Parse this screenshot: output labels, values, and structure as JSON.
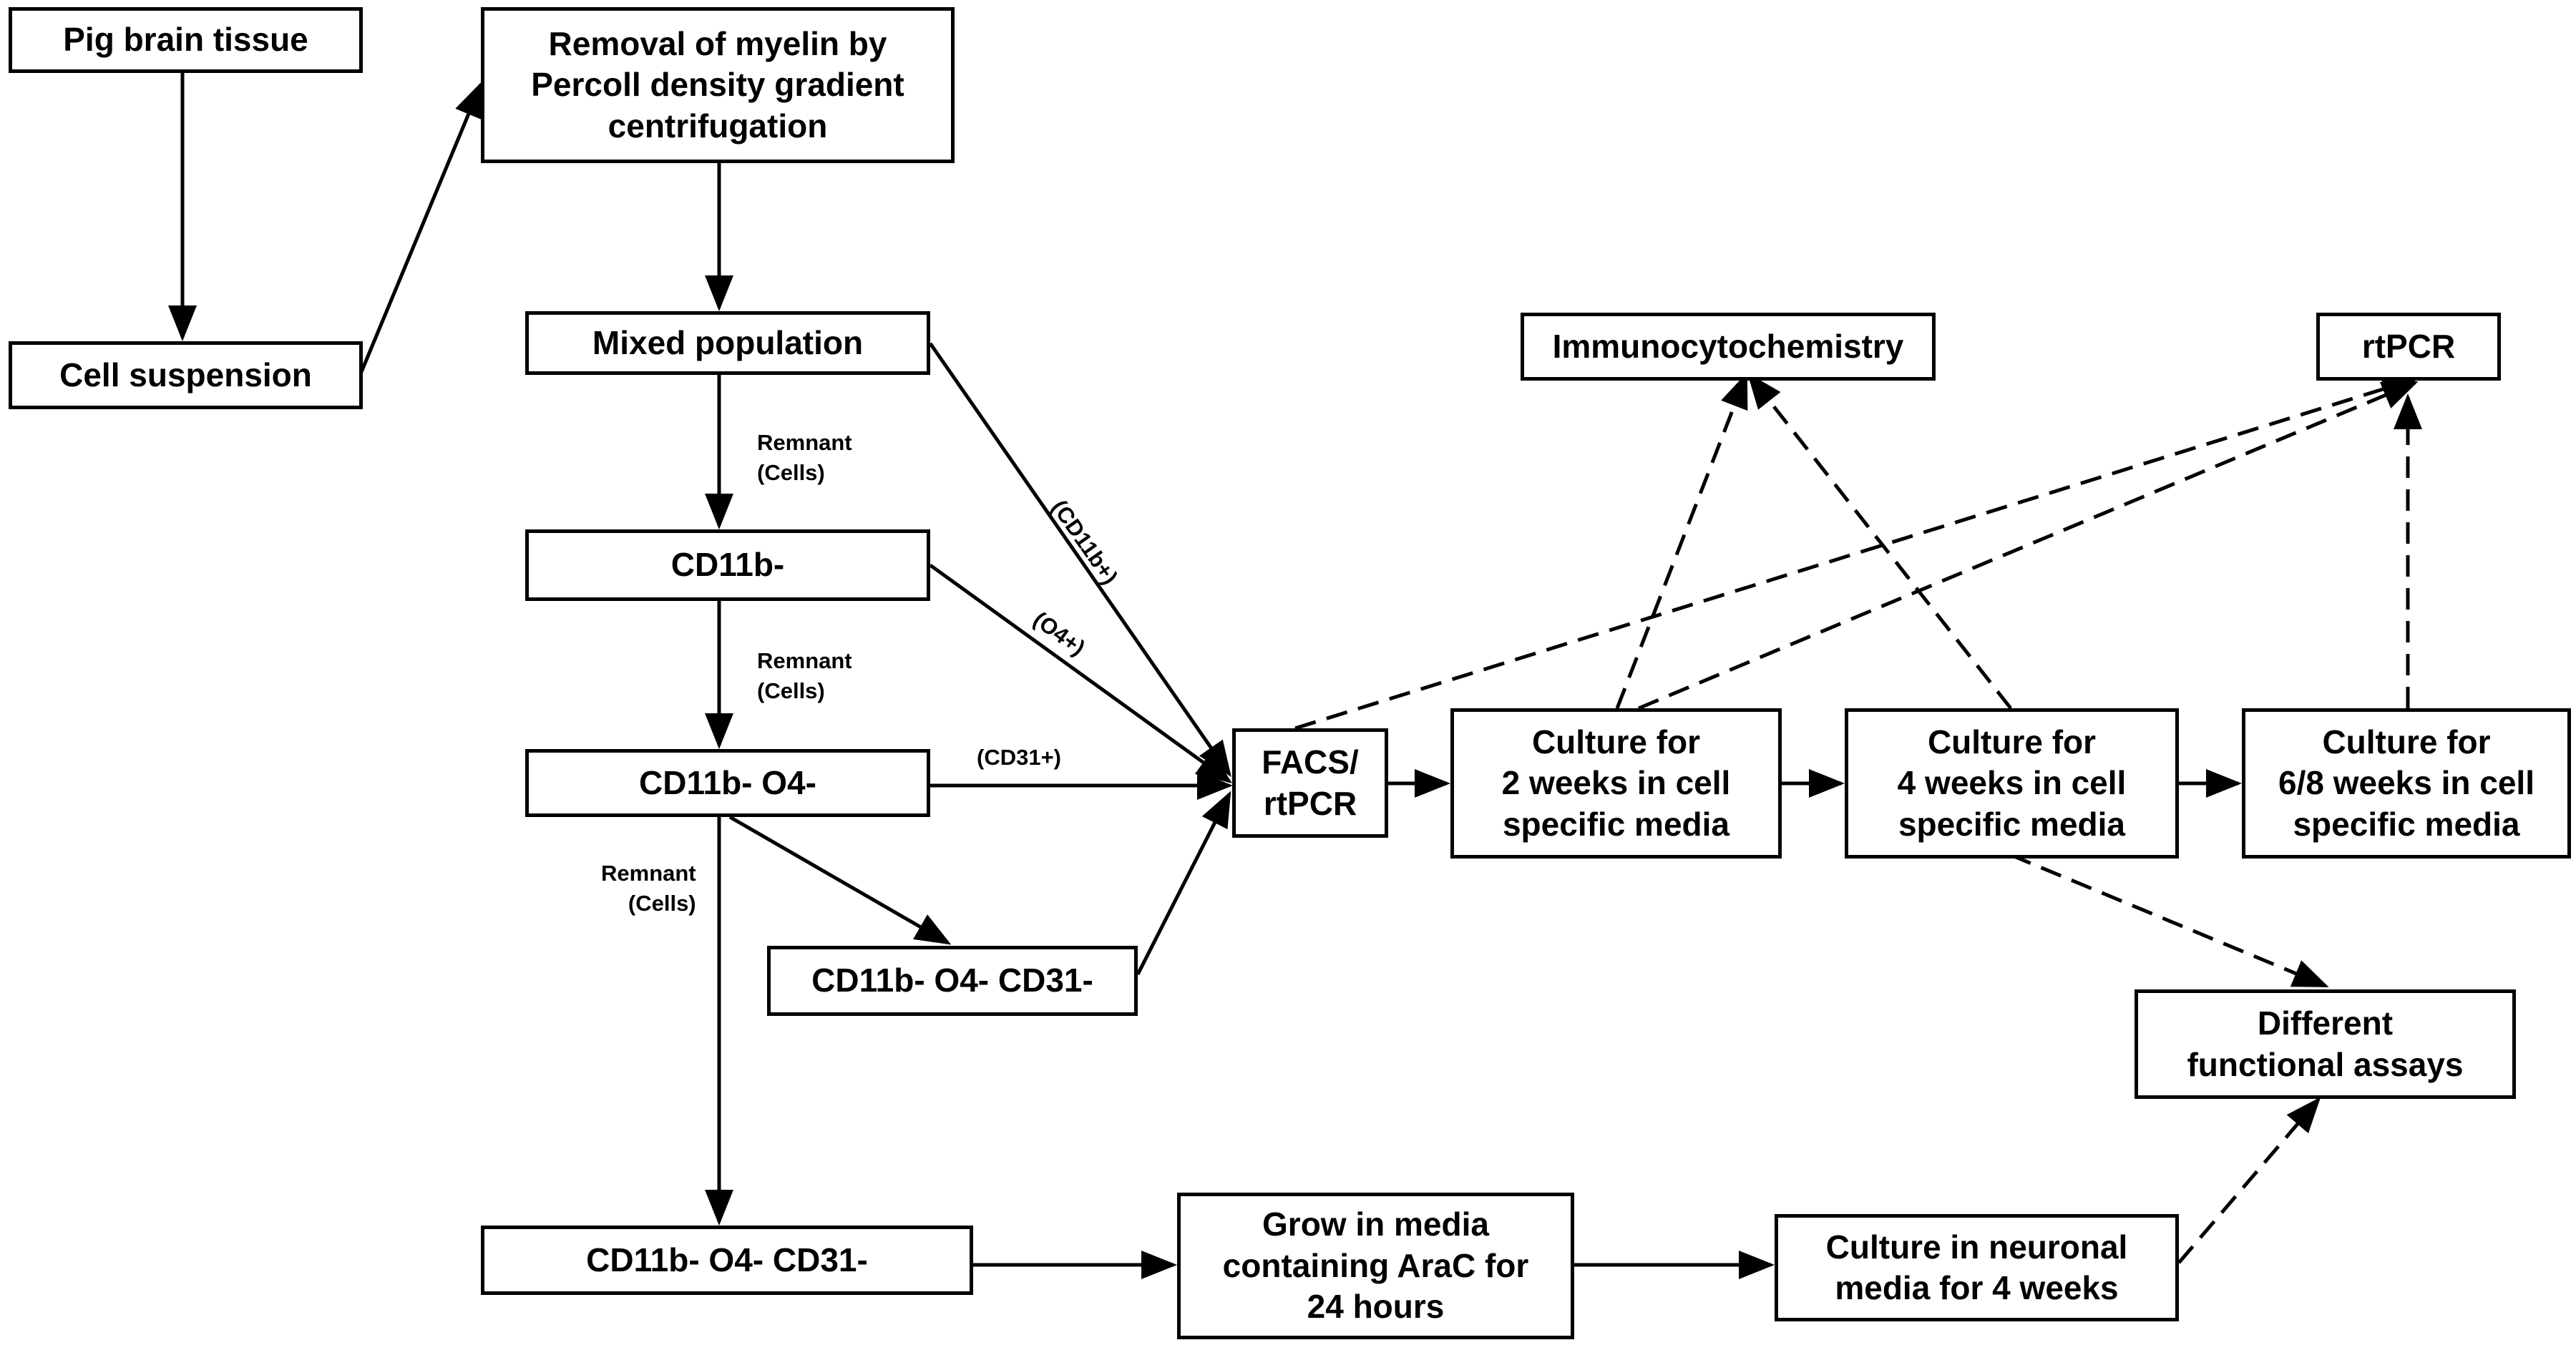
{
  "nodes": {
    "pig_brain": "Pig brain tissue",
    "cell_suspension": "Cell suspension",
    "removal_myelin": "Removal of myelin by\nPercoll density gradient\ncentrifugation",
    "mixed_population": "Mixed population",
    "cd11b_neg": "CD11b-",
    "cd11b_o4_neg": "CD11b- O4-",
    "cd11b_o4_cd31_neg_mid": "CD11b- O4- CD31-",
    "cd11b_o4_cd31_neg_bottom": "CD11b- O4- CD31-",
    "facs": "FACS/\nrtPCR",
    "culture_2w": "Culture for\n2 weeks in cell\nspecific media",
    "culture_4w": "Culture for\n4 weeks in cell\nspecific media",
    "culture_68w": "Culture for\n6/8 weeks in cell\nspecific media",
    "immunocyto": "Immunocytochemistry",
    "rtpcr": "rtPCR",
    "functional_assays": "Different\nfunctional assays",
    "grow_arac": "Grow in media\ncontaining  AraC for\n24 hours",
    "culture_neuronal": "Culture in neuronal\nmedia for 4 weeks"
  },
  "edge_labels": {
    "remnant_1": "Remnant\n(Cells)",
    "remnant_2": "Remnant\n(Cells)",
    "remnant_3": "Remnant\n(Cells)",
    "cd11b_pos": "(CD11b+)",
    "o4_pos": "(O4+)",
    "cd31_pos": "(CD31+)"
  }
}
